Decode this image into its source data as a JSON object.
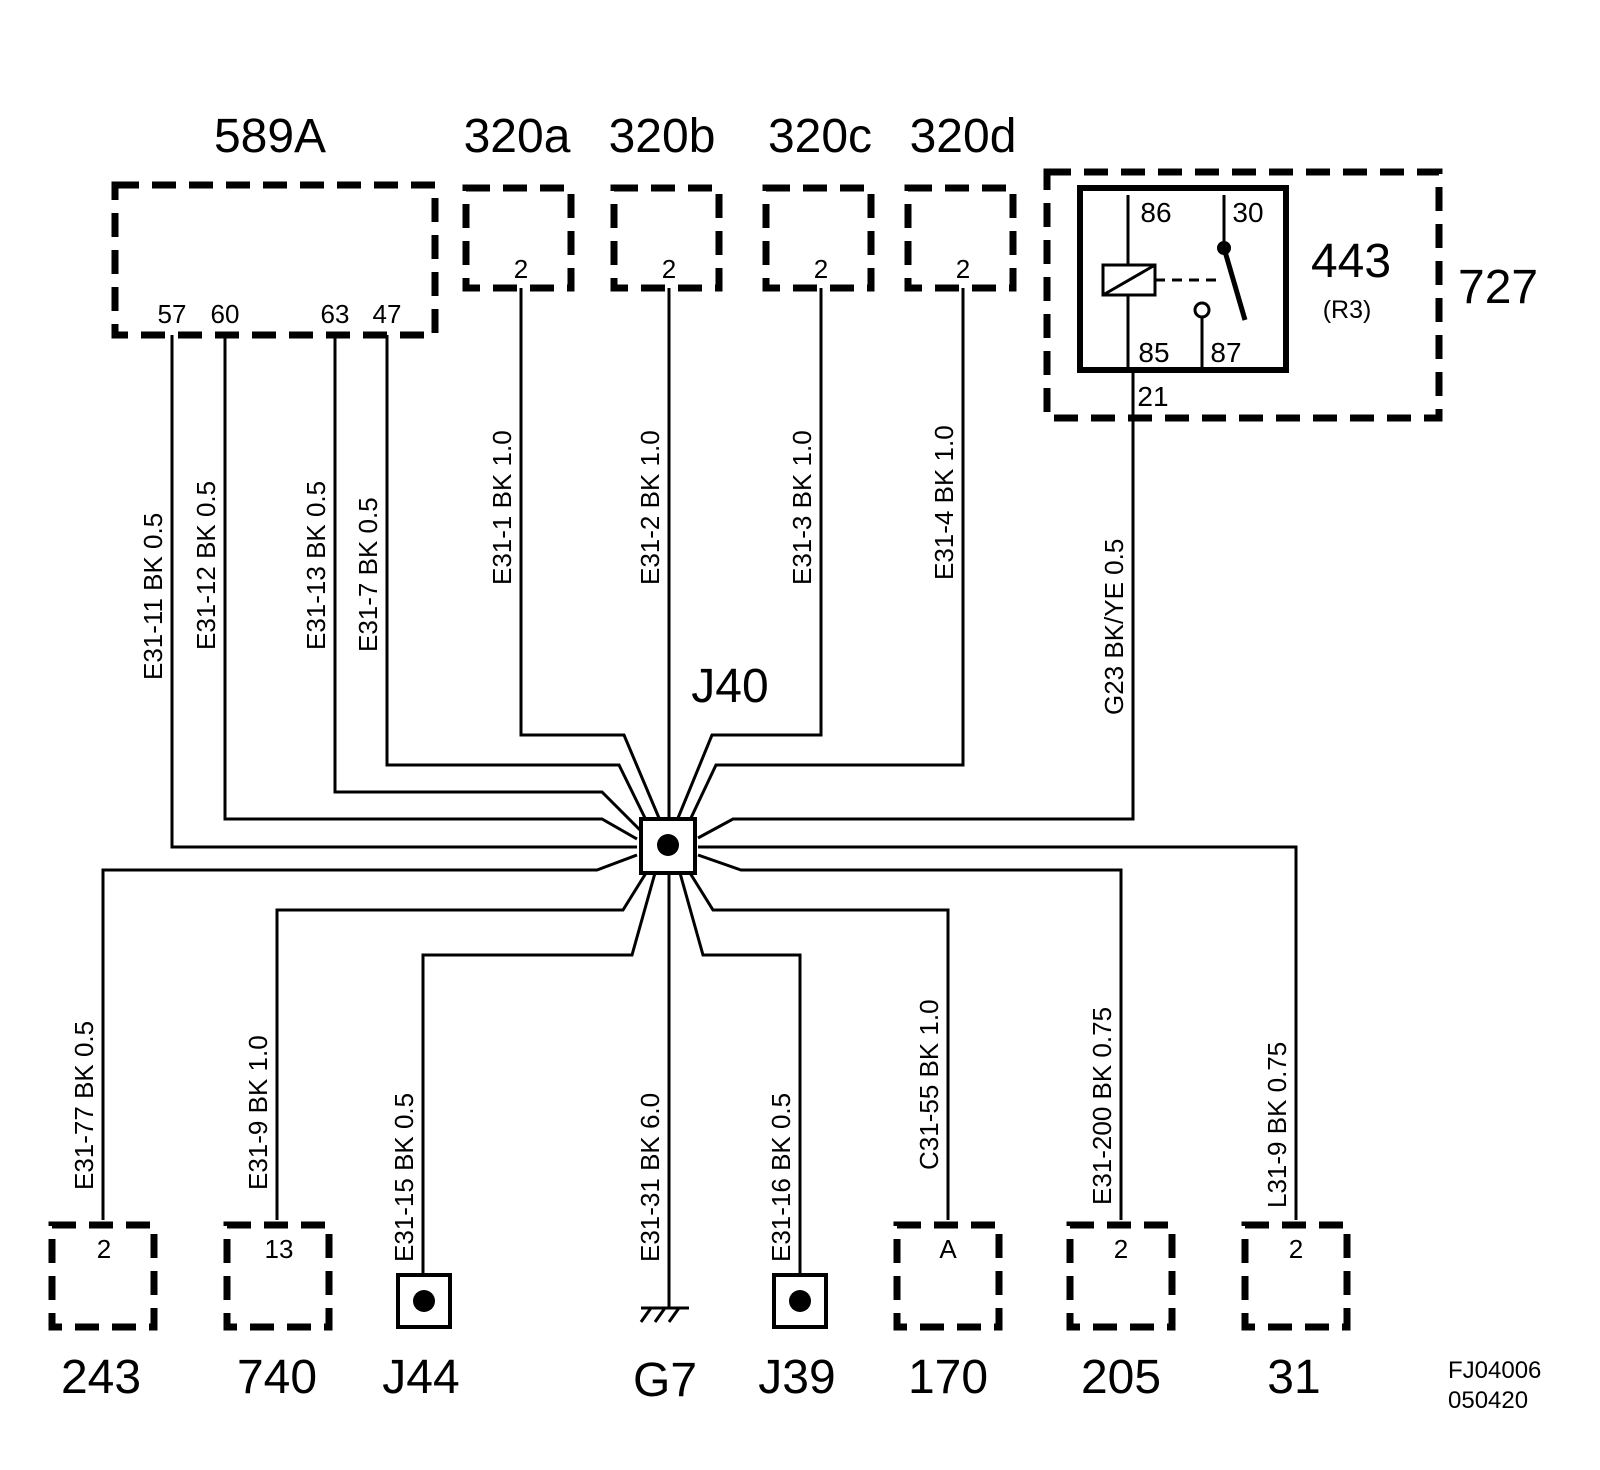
{
  "components": {
    "c589a": {
      "label": "589A",
      "pins": [
        "57",
        "60",
        "63",
        "47"
      ]
    },
    "c320a": {
      "label": "320a",
      "pin": "2"
    },
    "c320b": {
      "label": "320b",
      "pin": "2"
    },
    "c320c": {
      "label": "320c",
      "pin": "2"
    },
    "c320d": {
      "label": "320d",
      "pin": "2"
    },
    "relay": {
      "label": "443",
      "sub": "(R3)",
      "housing": "727",
      "p86": "86",
      "p30": "30",
      "p85": "85",
      "p87": "87",
      "p21": "21"
    },
    "splice": {
      "label": "J40"
    },
    "c243": {
      "label": "243",
      "pin": "2"
    },
    "c740": {
      "label": "740",
      "pin": "13"
    },
    "j44": {
      "label": "J44"
    },
    "g7": {
      "label": "G7"
    },
    "j39": {
      "label": "J39"
    },
    "c170": {
      "label": "170",
      "pin": "A"
    },
    "c205": {
      "label": "205",
      "pin": "2"
    },
    "c31": {
      "label": "31",
      "pin": "2"
    }
  },
  "wires": {
    "w57": "E31-11    BK  0.5",
    "w60": "E31-12  BK  0.5",
    "w63": "E31-13  BK  0.5",
    "w47": "E31-7  BK  0.5",
    "w320a": "E31-1  BK  1.0",
    "w320b": "E31-2  BK  1.0",
    "w320c": "E31-3  BK  1.0",
    "w320d": "E31-4  BK  1.0",
    "wrelay": "G23  BK/YE   0.5",
    "w243": "E31-77    BK  0.5",
    "w740": "E31-9    BK  1.0",
    "wj44": "E31-15    BK  0.5",
    "wg7": "E31-31    BK  6.0",
    "wj39": "E31-16    BK  0.5",
    "w170": "C31-55  BK  1.0",
    "w205": "E31-200    BK  0.75",
    "w31": "L31-9    BK  0.75"
  },
  "reference": {
    "code": "FJ04006",
    "date": "050420"
  }
}
